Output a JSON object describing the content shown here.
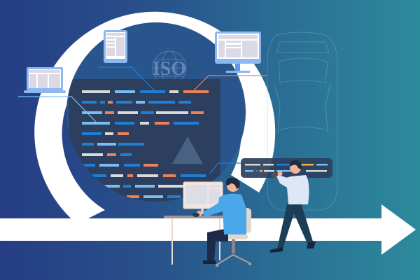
{
  "illustration": {
    "subject": "Continuous development cycle with ISO compliance",
    "badge_text": "ISO",
    "colors": {
      "bg_left": "#263d85",
      "bg_right": "#2c8a9c",
      "ring": "#ffffff",
      "code_panel": "#2c3f5e",
      "device_frame": "#8cb8f0",
      "device_screen": "#dcd9e6",
      "code_gray": "#d9d9d9",
      "code_light_blue": "#7bbdf2",
      "code_blue": "#1f7fd6",
      "code_orange": "#f0805a",
      "code_yellow": "#f0b43c",
      "shirt_blue": "#4aa8ea",
      "shirt_light": "#dde7f5",
      "pants_dark": "#1f2a48",
      "pants_teal": "#1b3d56",
      "skin": "#f2b59a",
      "hair": "#1e2a40",
      "chair": "#e2d7cf"
    },
    "devices": [
      "laptop",
      "tablet",
      "desktop-monitor"
    ],
    "people": [
      "developer-seated-at-desk",
      "presenter-walking"
    ]
  }
}
